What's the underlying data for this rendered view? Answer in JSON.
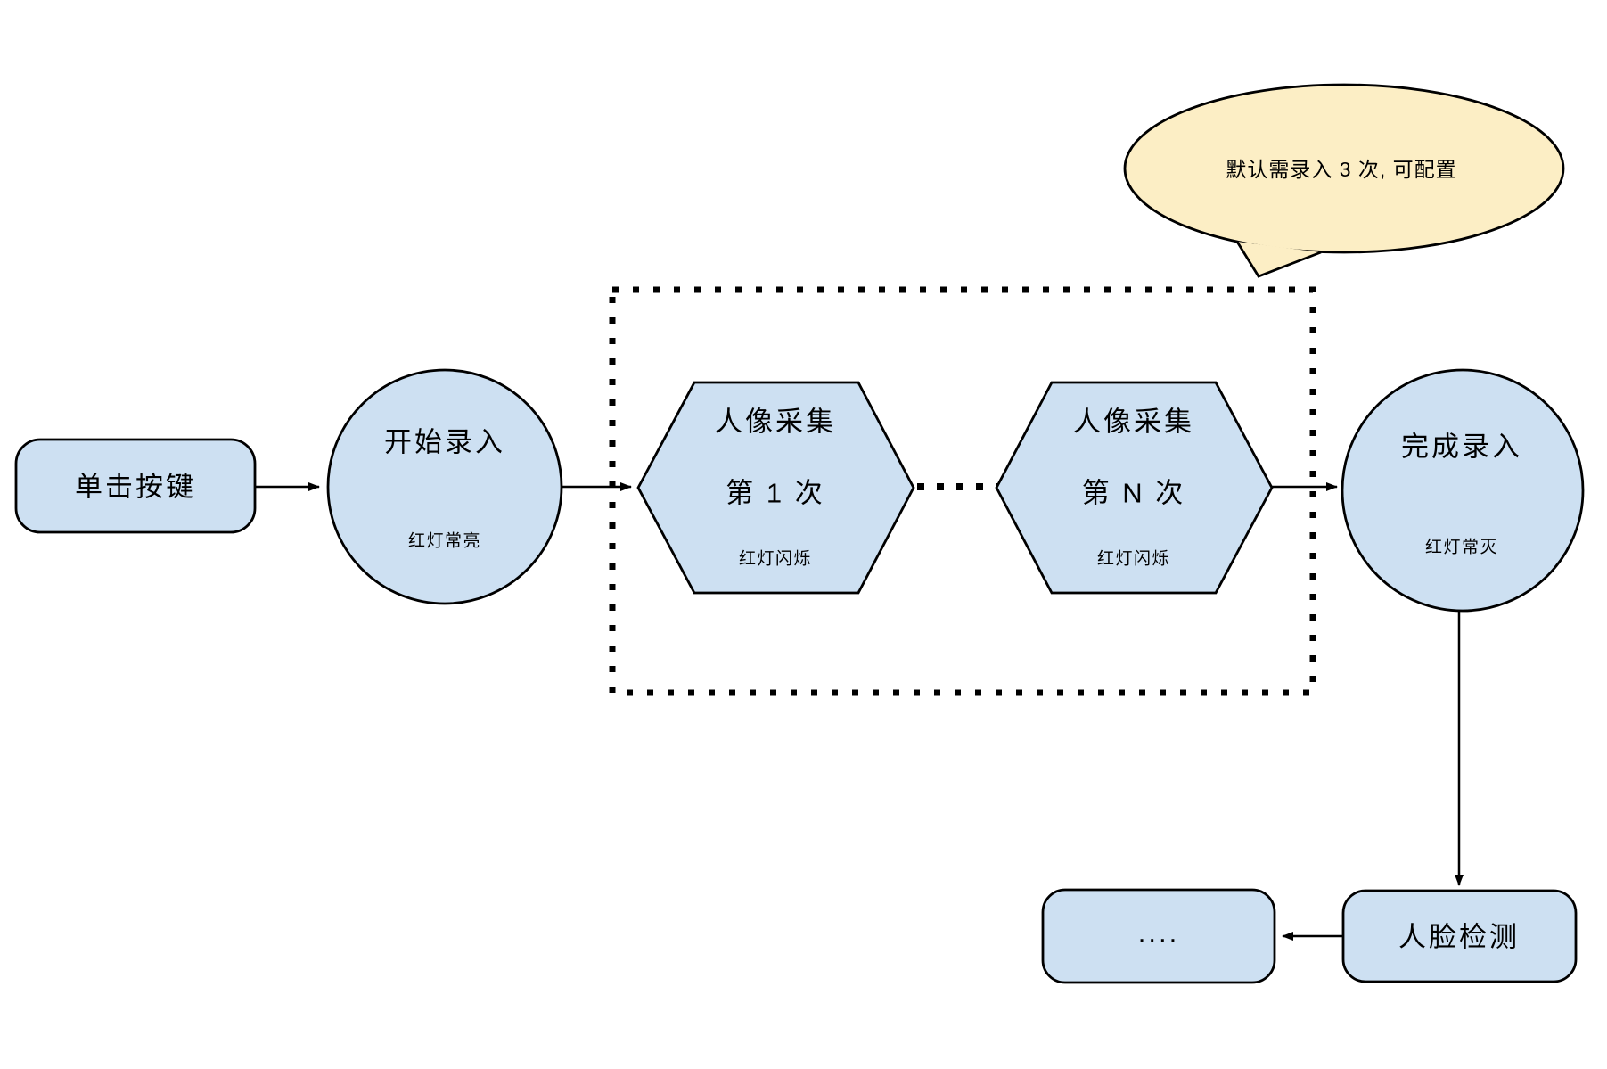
{
  "diagram": {
    "colors": {
      "background": "#ffffff",
      "node_fill": "#cde0f2",
      "callout_fill": "#fceec5",
      "stroke": "#000000"
    },
    "callout": {
      "text": "默认需录入 3 次, 可配置"
    },
    "nodes": {
      "click_button": {
        "label": "单击按键"
      },
      "start_enroll": {
        "title": "开始录入",
        "status": "红灯常亮"
      },
      "capture_first": {
        "title": "人像采集",
        "count": "第 1 次",
        "status": "红灯闪烁"
      },
      "capture_nth": {
        "title": "人像采集",
        "count": "第 N 次",
        "status": "红灯闪烁"
      },
      "finish_enroll": {
        "title": "完成录入",
        "status": "红灯常灭"
      },
      "face_detect": {
        "label": "人脸检测"
      },
      "more": {
        "label": "...."
      }
    }
  }
}
